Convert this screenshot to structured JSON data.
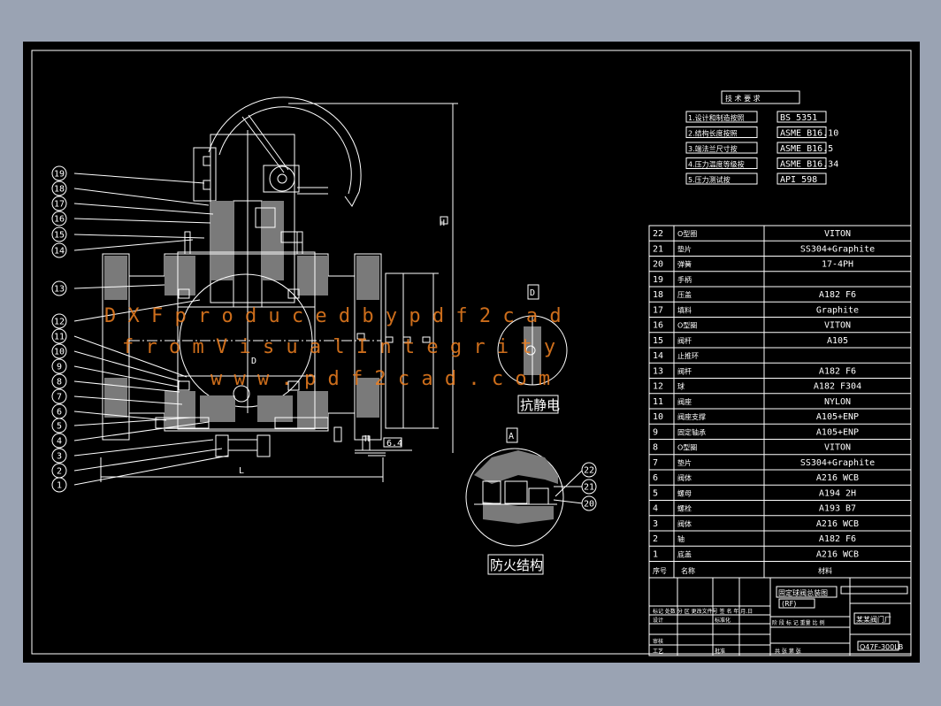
{
  "tech_req": {
    "title": "技 术 要 求",
    "items": [
      {
        "label": "1.设计和制造按照",
        "value": "BS 5351"
      },
      {
        "label": "2.结构长度按照",
        "value": "ASME B16.10"
      },
      {
        "label": "3.端法兰尺寸按",
        "value": "ASME B16.5"
      },
      {
        "label": "4.压力温度等级按",
        "value": "ASME B16.34"
      },
      {
        "label": "5.压力测试按",
        "value": "API 598"
      }
    ]
  },
  "bom": [
    {
      "no": "22",
      "name": "O型圈",
      "material": "VITON"
    },
    {
      "no": "21",
      "name": "垫片",
      "material": "SS304+Graphite"
    },
    {
      "no": "20",
      "name": "弹簧",
      "material": "17-4PH"
    },
    {
      "no": "19",
      "name": "手柄",
      "material": ""
    },
    {
      "no": "18",
      "name": "压盖",
      "material": "A182 F6"
    },
    {
      "no": "17",
      "name": "填料",
      "material": "Graphite"
    },
    {
      "no": "16",
      "name": "O型圈",
      "material": "VITON"
    },
    {
      "no": "15",
      "name": "阀杆",
      "material": "A105"
    },
    {
      "no": "14",
      "name": "止推环",
      "material": ""
    },
    {
      "no": "13",
      "name": "阀杆",
      "material": "A182 F6"
    },
    {
      "no": "12",
      "name": "球",
      "material": "A182 F304"
    },
    {
      "no": "11",
      "name": "阀座",
      "material": "NYLON"
    },
    {
      "no": "10",
      "name": "阀座支撑",
      "material": "A105+ENP"
    },
    {
      "no": "9",
      "name": "固定轴承",
      "material": "A105+ENP"
    },
    {
      "no": "8",
      "name": "O型圈",
      "material": "VITON"
    },
    {
      "no": "7",
      "name": "垫片",
      "material": "SS304+Graphite"
    },
    {
      "no": "6",
      "name": "阀体",
      "material": "A216 WCB"
    },
    {
      "no": "5",
      "name": "螺母",
      "material": "A194 2H"
    },
    {
      "no": "4",
      "name": "螺栓",
      "material": "A193 B7"
    },
    {
      "no": "3",
      "name": "阀体",
      "material": "A216 WCB"
    },
    {
      "no": "2",
      "name": "轴",
      "material": "A182 F6"
    },
    {
      "no": "1",
      "name": "底盖",
      "material": "A216 WCB"
    }
  ],
  "bom_header": {
    "no": "序号",
    "name": "名称",
    "material": "材料"
  },
  "title_block": {
    "product": "固定球阀总装图",
    "rating": "(RF)",
    "company": "某某阀门厂",
    "drawing_no": "Q47F-300LB",
    "row1": "标记 处数 分 区 更改文件号 签 名 年.月.日",
    "row_design": "设计",
    "row_std": "标准化",
    "row_check": "审核",
    "row_process": "工艺",
    "row_approve": "批准",
    "stage_hdr": "阶 段 标 记  重量 比 例",
    "sheet": "共   张  第   张"
  },
  "details": {
    "antistatic": "抗静电",
    "antistatic_mark": "D",
    "fireproof": "防火结构",
    "fireproof_mark": "A"
  },
  "balloons": [
    "19",
    "18",
    "17",
    "16",
    "15",
    "14",
    "13",
    "12",
    "11",
    "10",
    "9",
    "8",
    "7",
    "6",
    "5",
    "4",
    "3",
    "2",
    "1"
  ],
  "detail_balloons": [
    "22",
    "21",
    "20"
  ],
  "dims": {
    "d1": "L",
    "d2": "H",
    "d3": "D",
    "d4": "6.4",
    "d5": "H"
  },
  "watermark": {
    "line1": "D X F   p r o d u c e d   b y   p d f 2 c a d",
    "line2": "f r o m   V i s u a l   I n t e g r i t y",
    "line3": "w w w . p d f 2 c a d . c o m"
  }
}
